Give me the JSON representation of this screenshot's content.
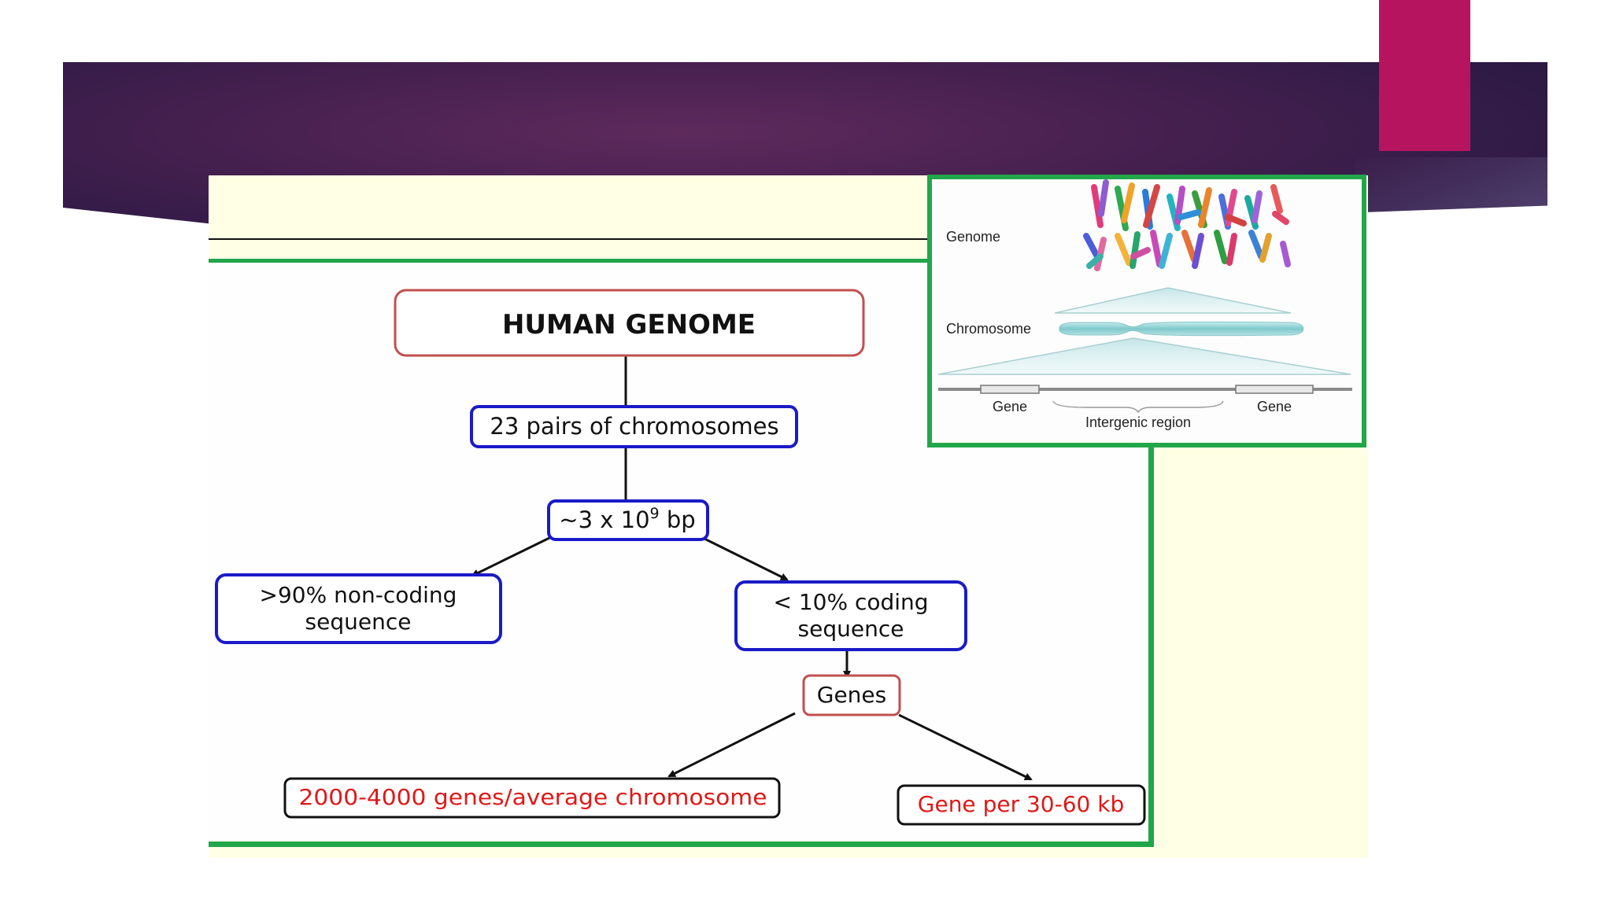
{
  "diagram": {
    "root": "HUMAN GENOME",
    "pairs": "23 pairs of chromosomes",
    "size": "~3 x 10",
    "size_exp": "9",
    "size_unit": " bp",
    "noncoding_line1": ">90% non-coding",
    "noncoding_line2": "sequence",
    "coding_line1": "< 10% coding",
    "coding_line2": "sequence",
    "genes": "Genes",
    "genes_per_chromosome": "2000-4000 genes/average chromosome",
    "gene_density": "Gene per 30-60 kb"
  },
  "inset": {
    "genome_label": "Genome",
    "chromosome_label": "Chromosome",
    "gene_label_left": "Gene",
    "gene_label_right": "Gene",
    "intergenic_label": "Intergenic region"
  },
  "colors": {
    "panel_border": "#22a64a",
    "node_blue": "#1a1ac8",
    "node_red_border": "#c0504d",
    "red_text": "#e01818",
    "title_band": "#45204f",
    "accent_tab": "#b71460"
  }
}
